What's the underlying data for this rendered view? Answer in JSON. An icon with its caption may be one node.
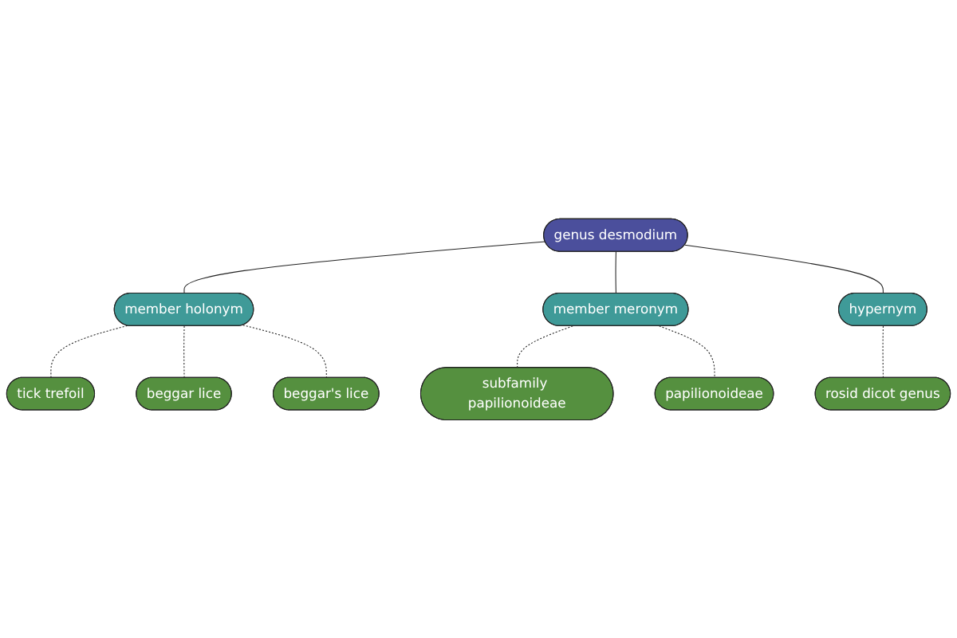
{
  "diagram": {
    "nodes": [
      {
        "text": [
          "tick trefoil"
        ]
      },
      {
        "text": [
          "beggar lice"
        ]
      },
      {
        "text": [
          "beggar's lice"
        ]
      },
      {
        "text": [
          "member holonym"
        ]
      },
      {
        "text": [
          "subfamily papilionoideae"
        ]
      },
      {
        "text": [
          "papilionoideae"
        ]
      },
      {
        "text": [
          "member meronym"
        ]
      },
      {
        "text": [
          "genus desmodium"
        ]
      },
      {
        "text": [
          "hypernym"
        ]
      },
      {
        "text": [
          "rosid dicot genus"
        ]
      }
    ],
    "edges": [
      {
        "from": 7,
        "to": 3,
        "arrow": "none"
      },
      {
        "from": 3,
        "to": 0,
        "arrow": "none",
        "style": "dashed"
      },
      {
        "from": 3,
        "to": 1,
        "arrow": "none",
        "style": "dashed"
      },
      {
        "from": 3,
        "to": 2,
        "arrow": "none",
        "style": "dashed"
      },
      {
        "from": 7,
        "to": 6,
        "arrow": "none"
      },
      {
        "from": 6,
        "to": 4,
        "arrow": "none",
        "style": "dashed"
      },
      {
        "from": 6,
        "to": 5,
        "arrow": "none",
        "style": "dashed"
      },
      {
        "from": 7,
        "to": 8,
        "arrow": "none"
      },
      {
        "from": 8,
        "to": 9,
        "arrow": "none",
        "style": "dashed"
      }
    ]
  }
}
